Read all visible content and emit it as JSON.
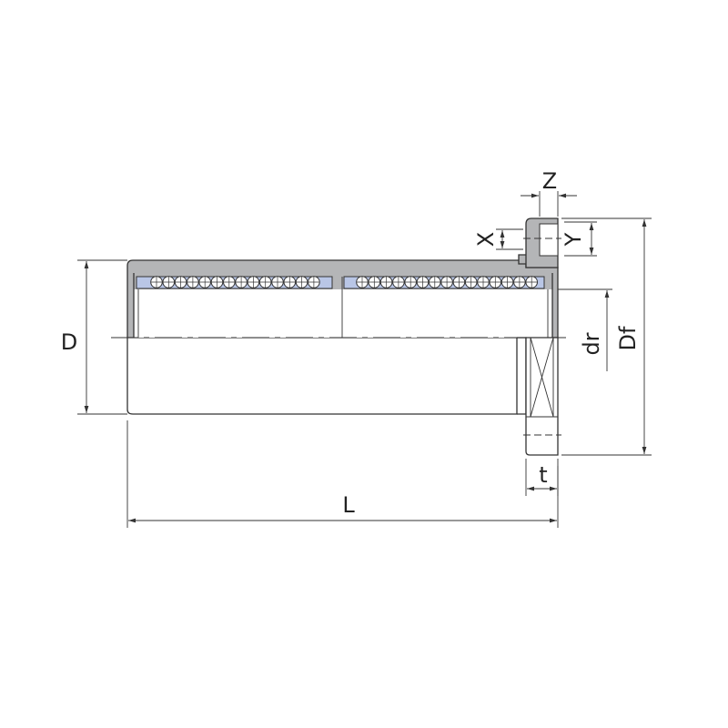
{
  "drawing": {
    "title": "Flanged linear ball bushing dimension drawing",
    "labels": {
      "D": "D",
      "L": "L",
      "Z": "Z",
      "X": "X",
      "Y": "Y",
      "dr": "dr",
      "Df": "Df",
      "t": "t"
    },
    "colors": {
      "shell": "#b4b5b7",
      "retainer": "#b9c6e6",
      "line": "#333333"
    }
  }
}
